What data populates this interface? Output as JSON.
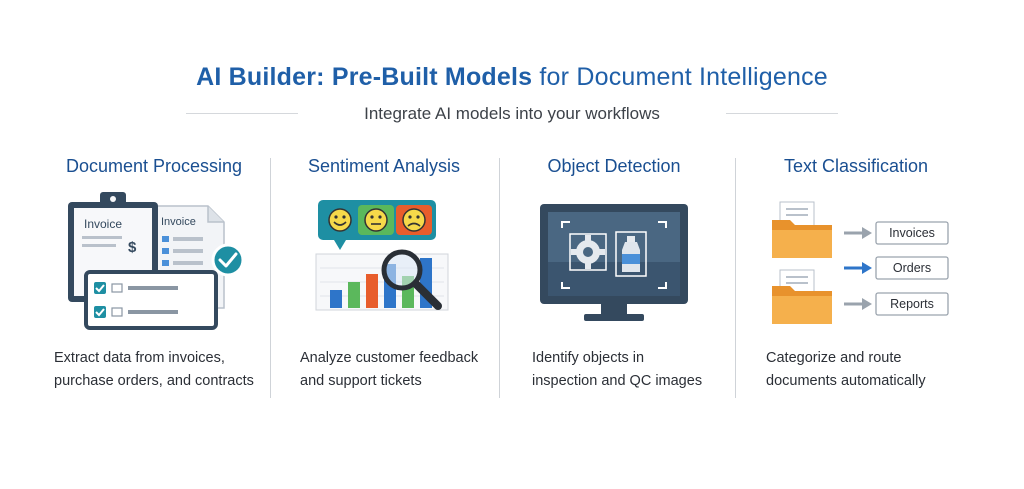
{
  "header": {
    "title_bold": "AI Builder: Pre-Built Models",
    "title_rest": " for Document Intelligence",
    "subtitle": "Integrate AI models into your workflows"
  },
  "columns": [
    {
      "heading": "Document Processing",
      "desc_line1": "Extract data from invoices,",
      "desc_line2": "purchase orders, and contracts",
      "art": {
        "front_doc_label": "Invoice",
        "back_doc_label": "Invoice",
        "currency_symbol": "$"
      }
    },
    {
      "heading": "Sentiment Analysis",
      "desc_line1": "Analyze customer feedback",
      "desc_line2": "and support tickets"
    },
    {
      "heading": "Object Detection",
      "desc_line1": "Identify objects in",
      "desc_line2": "inspection and QC images"
    },
    {
      "heading": "Text Classification",
      "desc_line1": "Categorize and route",
      "desc_line2": "documents automatically",
      "art": {
        "categories": [
          "Invoices",
          "Orders",
          "Reports"
        ]
      }
    }
  ],
  "colors": {
    "title_blue": "#1f5fa8",
    "heading_blue": "#1a4f91",
    "navy": "#34495e",
    "teal": "#1e8fa3",
    "green": "#5bb85c",
    "orange": "#e85d2c",
    "folder_orange": "#f0a33c"
  }
}
